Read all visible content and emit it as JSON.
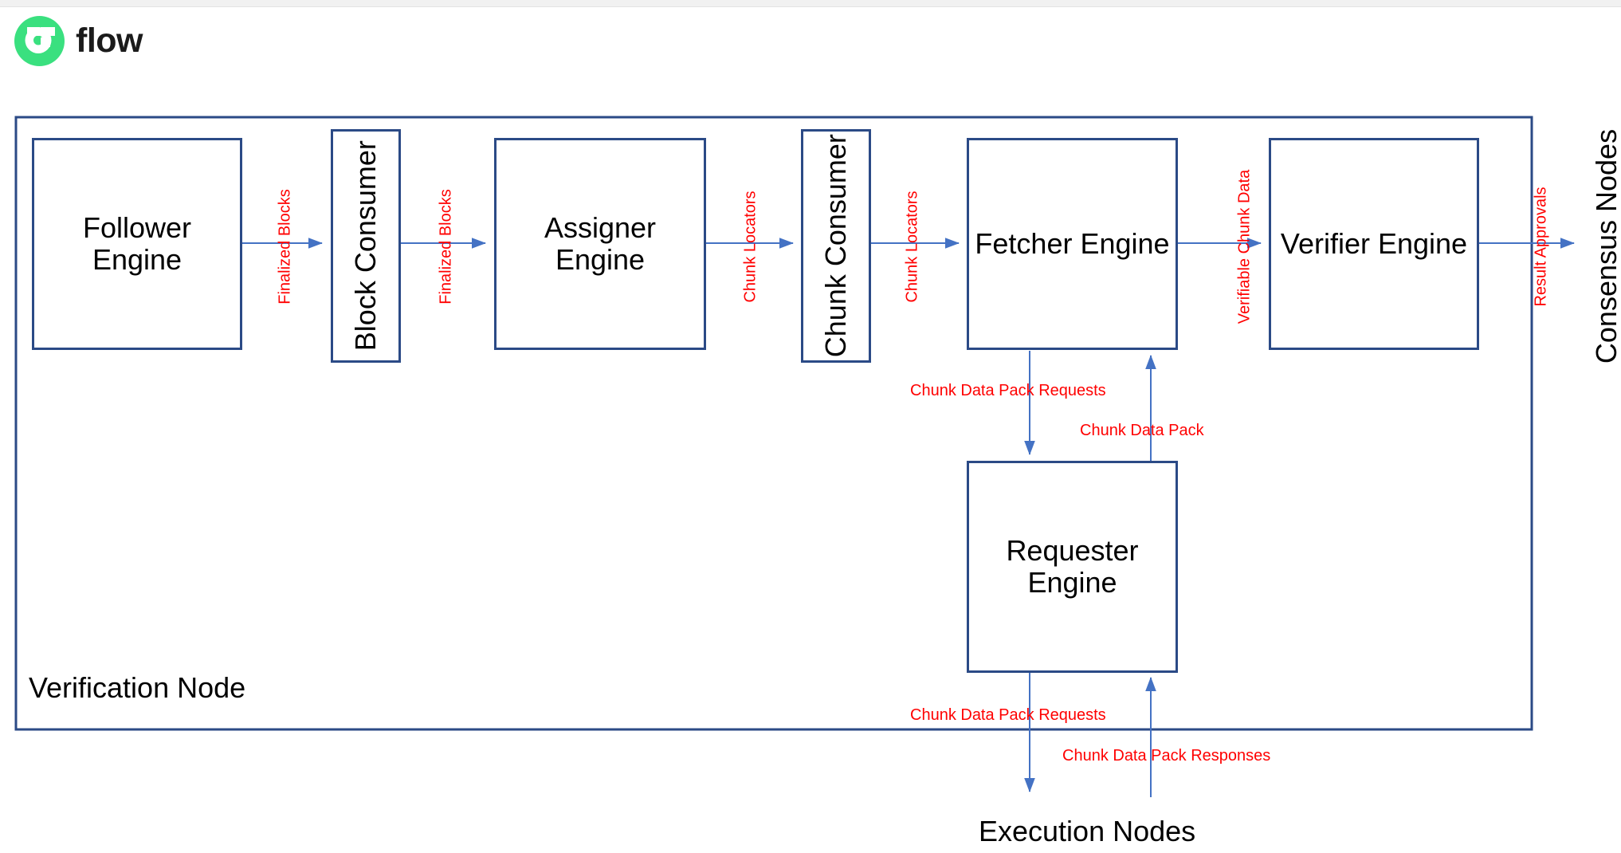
{
  "brand": {
    "name": "flow",
    "logo_icon": "flow-logo-icon",
    "logo_color": "#3ae07f"
  },
  "colors": {
    "box_border": "#2b4a86",
    "arrow": "#4472c4",
    "edge_label": "#ff0000",
    "node_text": "#000000",
    "background": "#ffffff"
  },
  "diagram": {
    "title": "Verification Node",
    "container_label": "Verification Node",
    "nodes": [
      {
        "id": "follower-engine",
        "label": "Follower Engine",
        "orientation": "horizontal"
      },
      {
        "id": "block-consumer",
        "label": "Block Consumer",
        "orientation": "vertical"
      },
      {
        "id": "assigner-engine",
        "label": "Assigner Engine",
        "orientation": "horizontal"
      },
      {
        "id": "chunk-consumer",
        "label": "Chunk Consumer",
        "orientation": "vertical"
      },
      {
        "id": "fetcher-engine",
        "label": "Fetcher Engine",
        "orientation": "horizontal"
      },
      {
        "id": "verifier-engine",
        "label": "Verifier Engine",
        "orientation": "horizontal"
      },
      {
        "id": "requester-engine",
        "label": "Requester\nEngine",
        "orientation": "horizontal"
      }
    ],
    "external_nodes": [
      {
        "id": "consensus-nodes",
        "label": "Consensus Nodes",
        "orientation": "vertical"
      },
      {
        "id": "execution-nodes",
        "label": "Execution Nodes",
        "orientation": "horizontal"
      }
    ],
    "edges": [
      {
        "id": "e1",
        "from": "follower-engine",
        "to": "block-consumer",
        "label": "Finalized Blocks",
        "orientation": "vertical"
      },
      {
        "id": "e2",
        "from": "block-consumer",
        "to": "assigner-engine",
        "label": "Finalized Blocks",
        "orientation": "vertical"
      },
      {
        "id": "e3",
        "from": "assigner-engine",
        "to": "chunk-consumer",
        "label": "Chunk Locators",
        "orientation": "vertical"
      },
      {
        "id": "e4",
        "from": "chunk-consumer",
        "to": "fetcher-engine",
        "label": "Chunk Locators",
        "orientation": "vertical"
      },
      {
        "id": "e5",
        "from": "fetcher-engine",
        "to": "verifier-engine",
        "label": "Verifiable Chunk Data",
        "orientation": "vertical"
      },
      {
        "id": "e6",
        "from": "verifier-engine",
        "to": "consensus-nodes",
        "label": "Result Approvals",
        "orientation": "vertical"
      },
      {
        "id": "e7",
        "from": "fetcher-engine",
        "to": "requester-engine",
        "label": "Chunk Data Pack Requests",
        "orientation": "horizontal"
      },
      {
        "id": "e8",
        "from": "requester-engine",
        "to": "fetcher-engine",
        "label": "Chunk Data Pack",
        "orientation": "horizontal"
      },
      {
        "id": "e9",
        "from": "requester-engine",
        "to": "execution-nodes",
        "label": "Chunk Data Pack Requests",
        "orientation": "horizontal"
      },
      {
        "id": "e10",
        "from": "execution-nodes",
        "to": "requester-engine",
        "label": "Chunk Data Pack Responses",
        "orientation": "horizontal"
      }
    ]
  }
}
